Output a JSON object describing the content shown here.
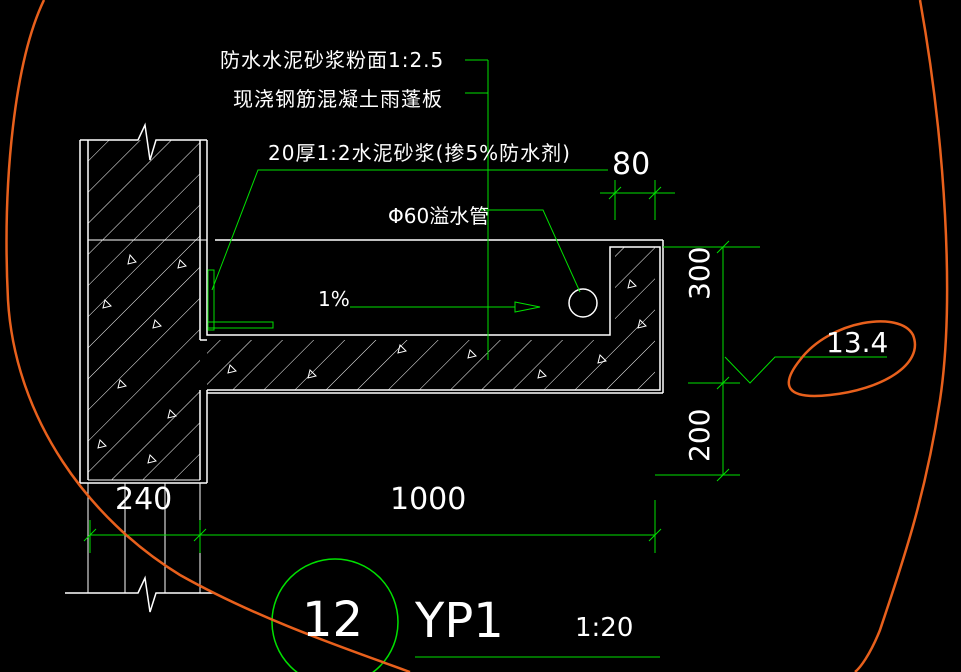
{
  "drawing": {
    "note_top_1": "防水水泥砂浆粉面1:2.5",
    "note_top_2": "现浇钢筋混凝土雨蓬板",
    "note_waterproof": "20厚1:2水泥砂浆(掺5%防水剂)",
    "note_pipe": "Φ60溢水管",
    "slope_label": "1%",
    "dim_80": "80",
    "dim_300": "300",
    "dim_200": "200",
    "dim_240": "240",
    "dim_1000": "1000",
    "elevation": "13.4",
    "detail_number": "12",
    "detail_name": "YP1",
    "detail_scale": "1:20"
  },
  "colors": {
    "background": "#000000",
    "outline": "#ffffff",
    "dimension": "#00e000",
    "leader": "#ffffff",
    "markup": "#e8601c"
  }
}
